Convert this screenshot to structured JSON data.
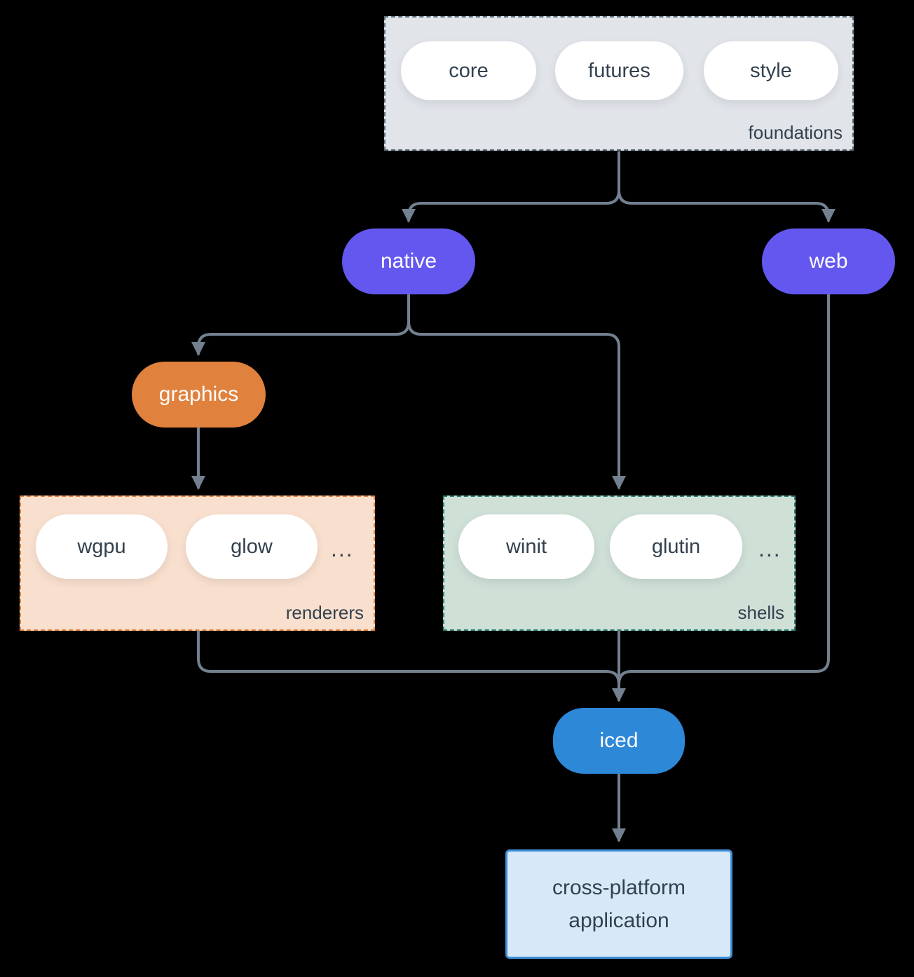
{
  "palette": {
    "background": "#000000",
    "edge_line": "#72808f",
    "node_purple": "#6457f0",
    "node_orange": "#e0813d",
    "node_blue": "#2d88d8",
    "dark_text": "#33414e",
    "foundations_fill": "#e1e4e9",
    "foundations_border": "#5d7080",
    "renderers_fill": "#f9dfce",
    "renderers_border": "#e8833c",
    "shells_fill": "#cfe0d7",
    "shells_border": "#2d8173",
    "application_fill": "#d7e8f9",
    "application_border": "#3f8ed9"
  },
  "groups": {
    "foundations": {
      "label": "foundations",
      "pills": [
        "core",
        "futures",
        "style"
      ]
    },
    "renderers": {
      "label": "renderers",
      "pills": [
        "wgpu",
        "glow"
      ],
      "ellipsis": "..."
    },
    "shells": {
      "label": "shells",
      "pills": [
        "winit",
        "glutin"
      ],
      "ellipsis": "..."
    }
  },
  "nodes": {
    "native": {
      "label": "native"
    },
    "web": {
      "label": "web"
    },
    "graphics": {
      "label": "graphics"
    },
    "iced": {
      "label": "iced"
    },
    "application": {
      "line1": "cross-platform",
      "line2": "application"
    }
  },
  "edges": [
    {
      "from": "foundations",
      "to": "native"
    },
    {
      "from": "foundations",
      "to": "web"
    },
    {
      "from": "native",
      "to": "graphics"
    },
    {
      "from": "native",
      "to": "shells"
    },
    {
      "from": "graphics",
      "to": "renderers"
    },
    {
      "from": "renderers",
      "to": "iced"
    },
    {
      "from": "shells",
      "to": "iced"
    },
    {
      "from": "web",
      "to": "iced"
    },
    {
      "from": "iced",
      "to": "application"
    }
  ]
}
